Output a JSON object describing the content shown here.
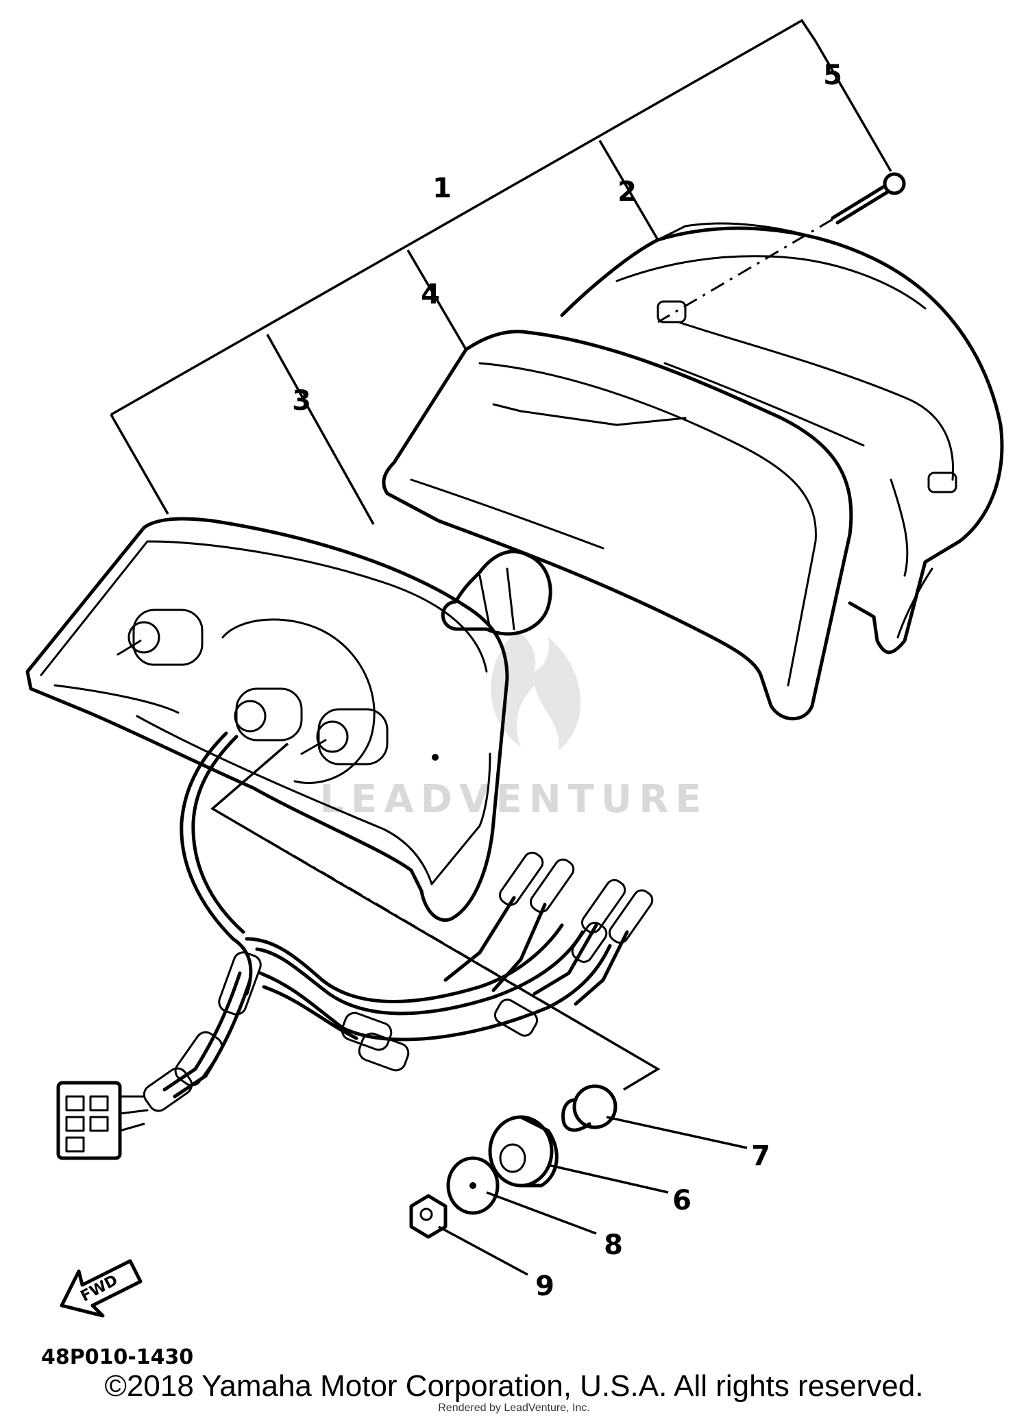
{
  "diagram": {
    "callouts": [
      {
        "id": "1",
        "label": "1"
      },
      {
        "id": "2",
        "label": "2"
      },
      {
        "id": "3",
        "label": "3"
      },
      {
        "id": "4",
        "label": "4"
      },
      {
        "id": "5",
        "label": "5"
      },
      {
        "id": "6",
        "label": "6"
      },
      {
        "id": "7",
        "label": "7"
      },
      {
        "id": "8",
        "label": "8"
      },
      {
        "id": "9",
        "label": "9"
      }
    ],
    "fwd_arrow_label": "FWD",
    "part_code": "48P010-1430",
    "watermark": "LEADVENTURE"
  },
  "footer": {
    "copyright": "©2018 Yamaha Motor Corporation, U.S.A. All rights reserved.",
    "rendered_by": "Rendered by LeadVenture, Inc."
  }
}
